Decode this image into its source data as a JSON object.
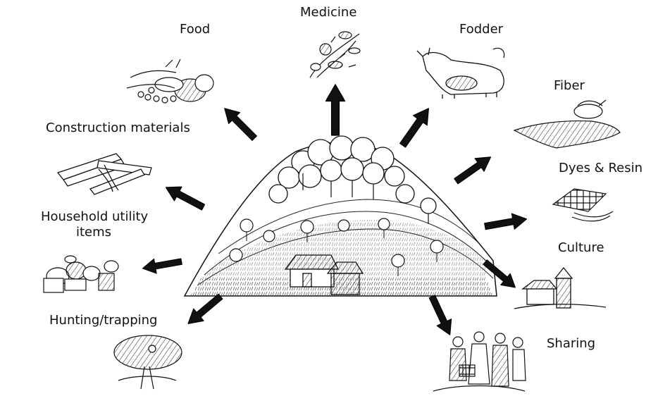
{
  "labels": {
    "medicine": "Medicine",
    "food": "Food",
    "fodder": "Fodder",
    "fiber": "Fiber",
    "construction": "Construction materials",
    "dyes": "Dyes & Resin",
    "household_line1": "Household utility",
    "household_line2": "items",
    "culture": "Culture",
    "hunting": "Hunting/trapping",
    "sharing": "Sharing"
  },
  "colors": {
    "ink": "#111111",
    "background": "#ffffff"
  }
}
